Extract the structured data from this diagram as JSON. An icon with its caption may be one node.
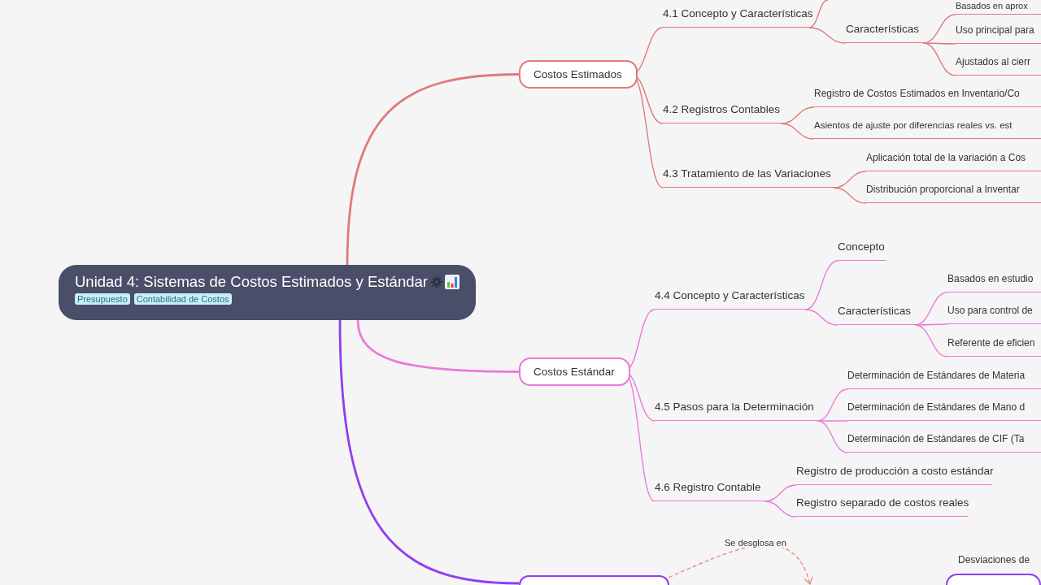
{
  "diagram": {
    "nodes": [
      {
        "text": [
          "Unidad 4: Sistemas de Costos Estimados y Estándar",
          "Presupuesto",
          "Contabilidad de Costos"
        ]
      },
      {
        "text": [
          "Costos Estimados"
        ]
      },
      {
        "text": [
          "4.1 Concepto y Características"
        ]
      },
      {
        "text": [
          "Características"
        ]
      },
      {
        "text": [
          "Basados en aprox"
        ]
      },
      {
        "text": [
          "Uso principal para"
        ]
      },
      {
        "text": [
          "Ajustados al cierr"
        ]
      },
      {
        "text": [
          "4.2 Registros Contables"
        ]
      },
      {
        "text": [
          "Registro de Costos Estimados en Inventario/Co"
        ]
      },
      {
        "text": [
          "Asientos de ajuste por diferencias reales vs. est"
        ]
      },
      {
        "text": [
          "4.3 Tratamiento de las Variaciones"
        ]
      },
      {
        "text": [
          "Aplicación total de la variación a Cos"
        ]
      },
      {
        "text": [
          "Distribución proporcional a Inventar"
        ]
      },
      {
        "text": [
          "Costos Estándar"
        ]
      },
      {
        "text": [
          "4.4 Concepto y Características"
        ]
      },
      {
        "text": [
          "Concepto"
        ]
      },
      {
        "text": [
          "Características"
        ]
      },
      {
        "text": [
          "Basados en estudio"
        ]
      },
      {
        "text": [
          "Uso para control de"
        ]
      },
      {
        "text": [
          "Referente de eficien"
        ]
      },
      {
        "text": [
          "4.5 Pasos para la Determinación"
        ]
      },
      {
        "text": [
          "Determinación de Estándares de Materia"
        ]
      },
      {
        "text": [
          "Determinación de Estándares de Mano d"
        ]
      },
      {
        "text": [
          "Determinación de Estándares de CIF (Ta"
        ]
      },
      {
        "text": [
          "4.6 Registro Contable"
        ]
      },
      {
        "text": [
          "Registro de producción a costo estándar"
        ]
      },
      {
        "text": [
          "Registro separado de costos reales"
        ]
      },
      {
        "text": [],
        "shape": "box"
      },
      {
        "text": [
          "Desviaciones de"
        ]
      },
      {
        "text": [],
        "shape": "box"
      }
    ],
    "edges": [
      {
        "from": 0,
        "to": 1,
        "arrow": "none",
        "color": "#e07a7a"
      },
      {
        "from": 1,
        "to": 2,
        "arrow": "none",
        "color": "#e07a7a"
      },
      {
        "from": 2,
        "to": null,
        "arrow": "none",
        "color": "#e07a7a"
      },
      {
        "from": 2,
        "to": 3,
        "arrow": "none",
        "color": "#e07a7a"
      },
      {
        "from": 3,
        "to": 4,
        "arrow": "none",
        "color": "#e07a7a"
      },
      {
        "from": 3,
        "to": 5,
        "arrow": "none",
        "color": "#e07a7a"
      },
      {
        "from": 3,
        "to": 6,
        "arrow": "none",
        "color": "#e07a7a"
      },
      {
        "from": 1,
        "to": 7,
        "arrow": "none",
        "color": "#e07a7a"
      },
      {
        "from": 7,
        "to": 8,
        "arrow": "none",
        "color": "#e07a7a"
      },
      {
        "from": 7,
        "to": 9,
        "arrow": "none",
        "color": "#e07a7a"
      },
      {
        "from": 1,
        "to": 10,
        "arrow": "none",
        "color": "#e07a7a"
      },
      {
        "from": 10,
        "to": 11,
        "arrow": "none",
        "color": "#e07a7a"
      },
      {
        "from": 10,
        "to": 12,
        "arrow": "none",
        "color": "#e07a7a"
      },
      {
        "from": 0,
        "to": 13,
        "arrow": "none",
        "color": "#ea7ad8"
      },
      {
        "from": 13,
        "to": 14,
        "arrow": "none",
        "color": "#ea7ad8"
      },
      {
        "from": 14,
        "to": 15,
        "arrow": "none",
        "color": "#ea7ad8"
      },
      {
        "from": 14,
        "to": 16,
        "arrow": "none",
        "color": "#ea7ad8"
      },
      {
        "from": 16,
        "to": 17,
        "arrow": "none",
        "color": "#ea7ad8"
      },
      {
        "from": 16,
        "to": 18,
        "arrow": "none",
        "color": "#ea7ad8"
      },
      {
        "from": 16,
        "to": 19,
        "arrow": "none",
        "color": "#ea7ad8"
      },
      {
        "from": 13,
        "to": 20,
        "arrow": "none",
        "color": "#ea7ad8"
      },
      {
        "from": 20,
        "to": 21,
        "arrow": "none",
        "color": "#ea7ad8"
      },
      {
        "from": 20,
        "to": 22,
        "arrow": "none",
        "color": "#ea7ad8"
      },
      {
        "from": 20,
        "to": 23,
        "arrow": "none",
        "color": "#ea7ad8"
      },
      {
        "from": 13,
        "to": 24,
        "arrow": "none",
        "color": "#ea7ad8"
      },
      {
        "from": 24,
        "to": 25,
        "arrow": "none",
        "color": "#ea7ad8"
      },
      {
        "from": 24,
        "to": 26,
        "arrow": "none",
        "color": "#ea7ad8"
      },
      {
        "from": 0,
        "to": 27,
        "arrow": "none",
        "color": "#8f3ff0"
      },
      {
        "from": 27,
        "to": null,
        "arrow": "to",
        "label": "Se desglosa en",
        "style": "dashed",
        "color": "#f08a7e"
      }
    ]
  }
}
